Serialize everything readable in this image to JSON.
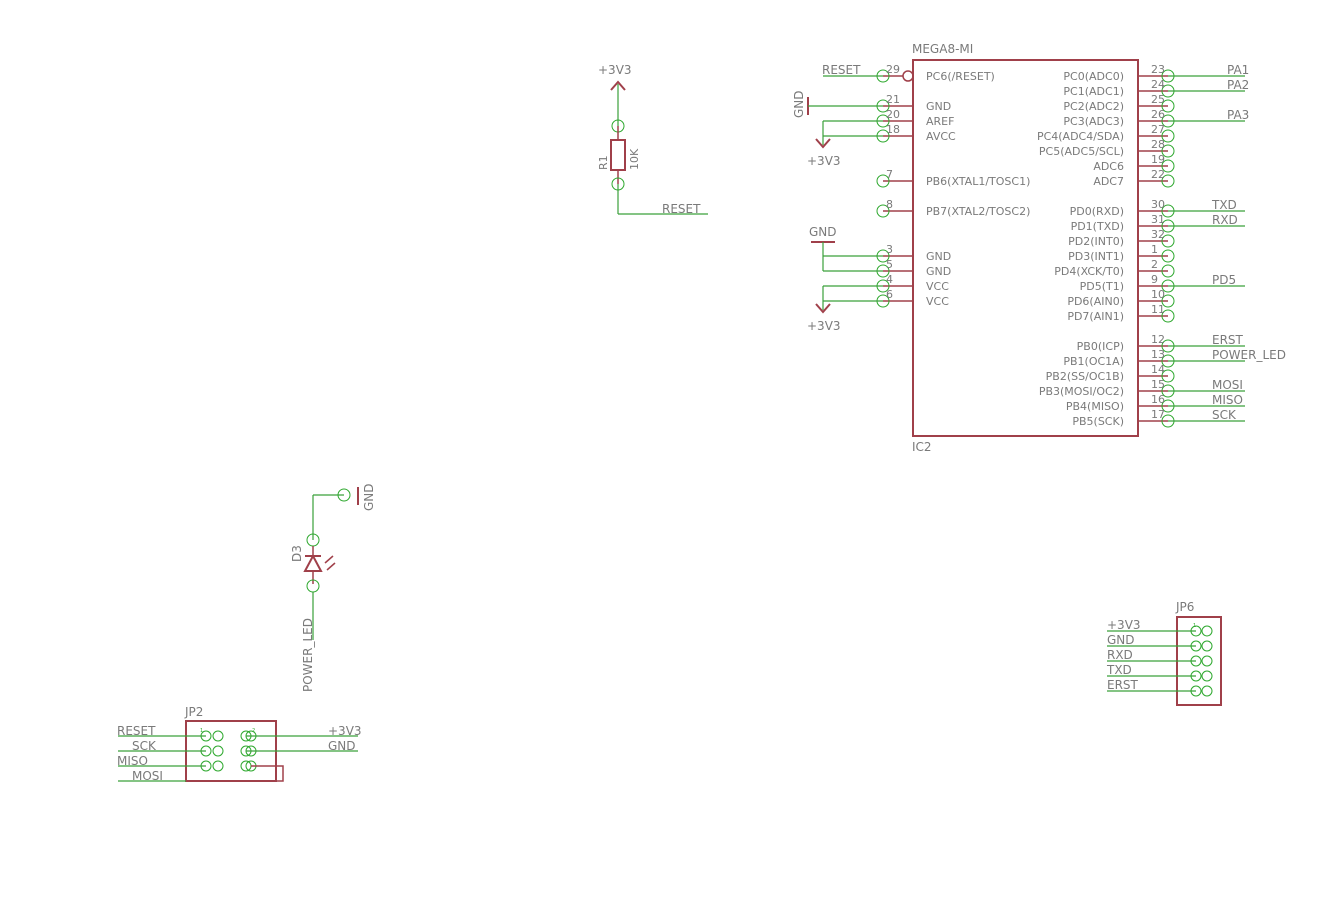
{
  "ic2": {
    "value": "MEGA8-MI",
    "name": "IC2",
    "left_pins": [
      {
        "num": "29",
        "name": "PC6(/RESET)",
        "net": "RESET"
      },
      {
        "num": "21",
        "name": "GND",
        "net": ""
      },
      {
        "num": "20",
        "name": "AREF",
        "net": ""
      },
      {
        "num": "18",
        "name": "AVCC",
        "net": ""
      },
      {
        "num": "7",
        "name": "PB6(XTAL1/TOSC1)",
        "net": ""
      },
      {
        "num": "8",
        "name": "PB7(XTAL2/TOSC2)",
        "net": ""
      },
      {
        "num": "3",
        "name": "GND",
        "net": ""
      },
      {
        "num": "5",
        "name": "GND",
        "net": ""
      },
      {
        "num": "4",
        "name": "VCC",
        "net": ""
      },
      {
        "num": "6",
        "name": "VCC",
        "net": ""
      }
    ],
    "right_pins": [
      {
        "num": "23",
        "name": "PC0(ADC0)",
        "net": "PA1"
      },
      {
        "num": "24",
        "name": "PC1(ADC1)",
        "net": "PA2"
      },
      {
        "num": "25",
        "name": "PC2(ADC2)",
        "net": ""
      },
      {
        "num": "26",
        "name": "PC3(ADC3)",
        "net": "PA3"
      },
      {
        "num": "27",
        "name": "PC4(ADC4/SDA)",
        "net": ""
      },
      {
        "num": "28",
        "name": "PC5(ADC5/SCL)",
        "net": ""
      },
      {
        "num": "19",
        "name": "ADC6",
        "net": ""
      },
      {
        "num": "22",
        "name": "ADC7",
        "net": ""
      },
      {
        "num": "30",
        "name": "PD0(RXD)",
        "net": "TXD"
      },
      {
        "num": "31",
        "name": "PD1(TXD)",
        "net": "RXD"
      },
      {
        "num": "32",
        "name": "PD2(INT0)",
        "net": ""
      },
      {
        "num": "1",
        "name": "PD3(INT1)",
        "net": ""
      },
      {
        "num": "2",
        "name": "PD4(XCK/T0)",
        "net": ""
      },
      {
        "num": "9",
        "name": "PD5(T1)",
        "net": "PD5"
      },
      {
        "num": "10",
        "name": "PD6(AIN0)",
        "net": ""
      },
      {
        "num": "11",
        "name": "PD7(AIN1)",
        "net": ""
      },
      {
        "num": "12",
        "name": "PB0(ICP)",
        "net": "ERST"
      },
      {
        "num": "13",
        "name": "PB1(OC1A)",
        "net": "POWER_LED"
      },
      {
        "num": "14",
        "name": "PB2(SS/OC1B)",
        "net": ""
      },
      {
        "num": "15",
        "name": "PB3(MOSI/OC2)",
        "net": "MOSI"
      },
      {
        "num": "16",
        "name": "PB4(MISO)",
        "net": "MISO"
      },
      {
        "num": "17",
        "name": "PB5(SCK)",
        "net": "SCK"
      }
    ]
  },
  "ic2_supplies": {
    "gnd_top": "GND",
    "v_top": "+3V3",
    "gnd_bottom": "GND",
    "v_bottom": "+3V3"
  },
  "r1": {
    "name": "R1",
    "value": "10K",
    "supply": "+3V3",
    "net": "RESET"
  },
  "d3": {
    "name": "D3",
    "supply": "GND",
    "net": "POWER_LED"
  },
  "jp2": {
    "name": "JP2",
    "pin1": "1",
    "pin2": "2",
    "left_nets": [
      "RESET",
      "SCK",
      "MISO",
      "MOSI"
    ],
    "right_nets": [
      "+3V3",
      "GND"
    ]
  },
  "jp6": {
    "name": "JP6",
    "pin1": "1",
    "nets": [
      "+3V3",
      "GND",
      "RXD",
      "TXD",
      "ERST"
    ]
  }
}
